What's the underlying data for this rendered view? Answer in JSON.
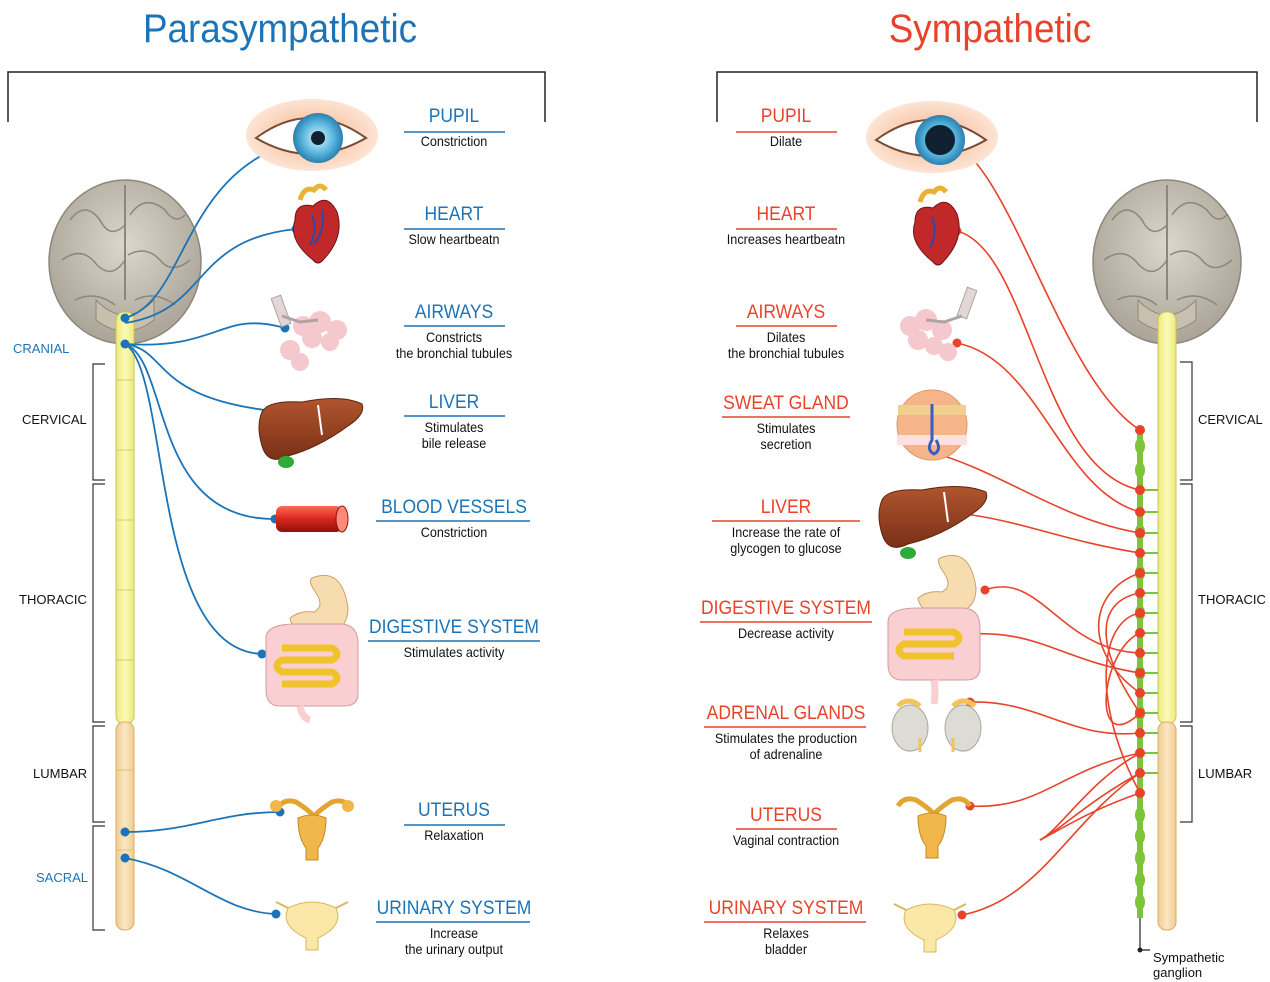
{
  "titles": {
    "parasympathetic": "Parasympathetic",
    "sympathetic": "Sympathetic"
  },
  "colors": {
    "parasympathetic": "#1b74b8",
    "sympathetic": "#e8432a",
    "ganglion": "#7dc43b",
    "spine": "#f2f28a",
    "spine_lower": "#f7d9a6"
  },
  "parasympathetic": {
    "segments": {
      "cranial": "CRANIAL",
      "cervical": "CERVICAL",
      "thoracic": "THORACIC",
      "lumbar": "LUMBAR",
      "sacral": "SACRAL"
    },
    "organs": [
      {
        "name": "PUPIL",
        "effect": "Constriction",
        "icon": "eye-icon"
      },
      {
        "name": "HEART",
        "effect": "Slow heartbeatn",
        "icon": "heart-icon"
      },
      {
        "name": "AIRWAYS",
        "effect": "Constricts\nthe bronchial tubules",
        "icon": "lungs-icon"
      },
      {
        "name": "LIVER",
        "effect": "Stimulates\nbile release",
        "icon": "liver-icon"
      },
      {
        "name": "BLOOD VESSELS",
        "effect": "Constriction",
        "icon": "blood-vessel-icon"
      },
      {
        "name": "DIGESTIVE SYSTEM",
        "effect": "Stimulates activity",
        "icon": "digestive-system-icon"
      },
      {
        "name": "UTERUS",
        "effect": "Relaxation",
        "icon": "uterus-icon"
      },
      {
        "name": "URINARY SYSTEM",
        "effect": "Increase\nthe urinary output",
        "icon": "bladder-icon"
      }
    ]
  },
  "sympathetic": {
    "segments": {
      "cervical": "CERVICAL",
      "thoracic": "THORACIC",
      "lumbar": "LUMBAR"
    },
    "ganglion_caption": "Sympathetic\nganglion",
    "organs": [
      {
        "name": "PUPIL",
        "effect": "Dilate",
        "icon": "eye-icon"
      },
      {
        "name": "HEART",
        "effect": "Increases heartbeatn",
        "icon": "heart-icon"
      },
      {
        "name": "AIRWAYS",
        "effect": "Dilates\nthe bronchial tubules",
        "icon": "lungs-icon"
      },
      {
        "name": "SWEAT GLAND",
        "effect": "Stimulates\nsecretion",
        "icon": "sweat-gland-icon"
      },
      {
        "name": "LIVER",
        "effect": "Increase the rate of\nglycogen to glucose",
        "icon": "liver-icon"
      },
      {
        "name": "DIGESTIVE SYSTEM",
        "effect": "Decrease activity",
        "icon": "digestive-system-icon"
      },
      {
        "name": "ADRENAL GLANDS",
        "effect": "Stimulates the production\nof adrenaline",
        "icon": "adrenal-glands-icon"
      },
      {
        "name": "UTERUS",
        "effect": "Vaginal contraction",
        "icon": "uterus-icon"
      },
      {
        "name": "URINARY SYSTEM",
        "effect": "Relaxes\nbladder",
        "icon": "bladder-icon"
      }
    ]
  }
}
